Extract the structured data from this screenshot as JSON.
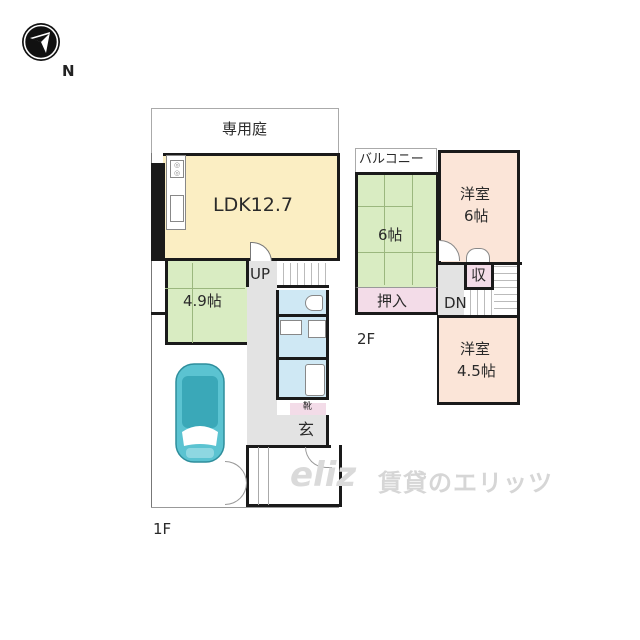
{
  "compass": {
    "icon": "north-compass-icon",
    "label": "N"
  },
  "floor1": {
    "label": "1F",
    "garden": "専用庭",
    "ldk": "LDK12.7",
    "washitsu": "4.9帖",
    "stairs_up": "UP",
    "shoe_box": "靴",
    "entrance": "玄"
  },
  "floor2": {
    "label": "2F",
    "balcony": "バルコニー",
    "washitsu": "6帖",
    "oshiire": "押入",
    "youshitsu1_name": "洋室",
    "youshitsu1_size": "6帖",
    "storage": "収",
    "stairs_down": "DN",
    "youshitsu2_name": "洋室",
    "youshitsu2_size": "4.5帖"
  },
  "watermark": {
    "logo": "eliz",
    "text": "賃貸のエリッツ"
  },
  "colors": {
    "ldk": "#fbeec3",
    "washitsu": "#d9ecc2",
    "youshitsu": "#fbe5d8",
    "water": "#cfe8f4",
    "hall": "#e3e3e3",
    "storage": "#f3dce8",
    "car": "#5bc3d1"
  }
}
